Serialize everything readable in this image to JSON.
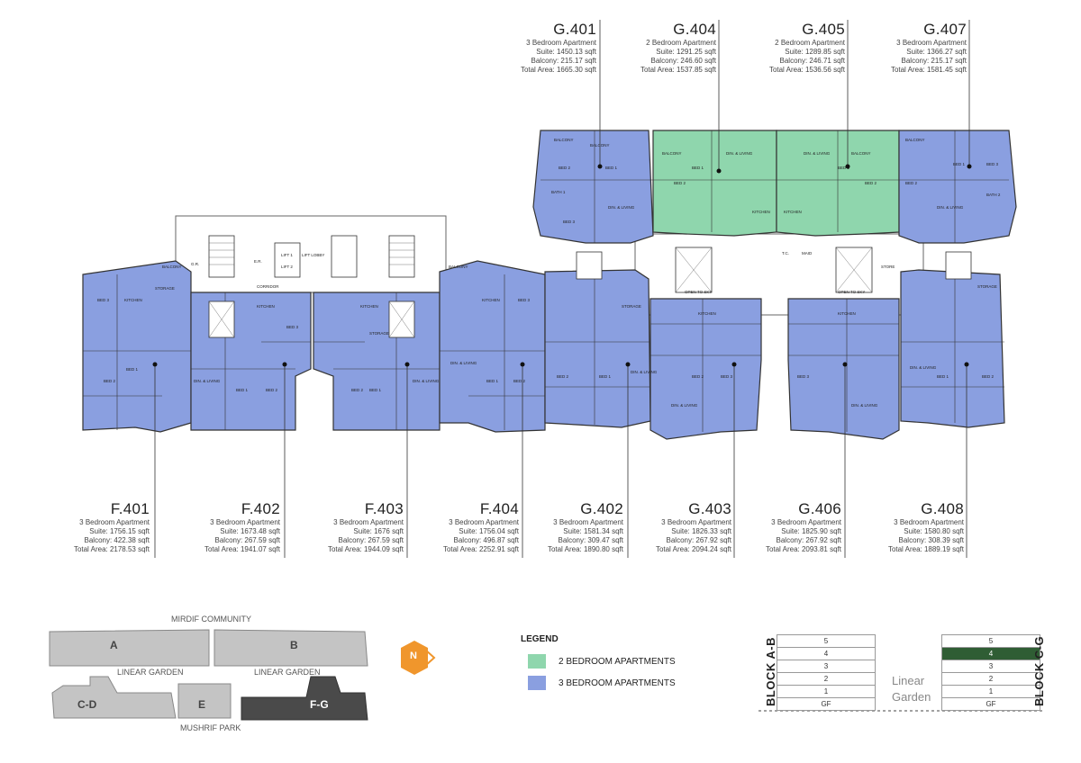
{
  "colors": {
    "two_bed": "#8fd6ad",
    "three_bed": "#8a9fe0",
    "site_block": "#c4c4c4",
    "fg_block": "#4a4a4a",
    "north_badge": "#f0962c",
    "highlight_floor": "#2f5d34"
  },
  "units_top": [
    {
      "code": "G.401",
      "type": "3 Bedroom Apartment",
      "suite": "Suite: 1450.13 sqft",
      "balcony": "Balcony: 215.17 sqft",
      "total": "Total Area: 1665.30 sqft"
    },
    {
      "code": "G.404",
      "type": "2 Bedroom Apartment",
      "suite": "Suite: 1291.25 sqft",
      "balcony": "Balcony: 246.60 sqft",
      "total": "Total Area: 1537.85 sqft"
    },
    {
      "code": "G.405",
      "type": "2 Bedroom Apartment",
      "suite": "Suite: 1289.85 sqft",
      "balcony": "Balcony: 246.71 sqft",
      "total": "Total Area: 1536.56 sqft"
    },
    {
      "code": "G.407",
      "type": "3 Bedroom Apartment",
      "suite": "Suite: 1366.27 sqft",
      "balcony": "Balcony: 215.17 sqft",
      "total": "Total Area: 1581.45 sqft"
    }
  ],
  "units_bottom": [
    {
      "code": "F.401",
      "type": "3 Bedroom Apartment",
      "suite": "Suite: 1756.15 sqft",
      "balcony": "Balcony: 422.38 sqft",
      "total": "Total Area: 2178.53 sqft"
    },
    {
      "code": "F.402",
      "type": "3 Bedroom Apartment",
      "suite": "Suite: 1673.48 sqft",
      "balcony": "Balcony: 267.59 sqft",
      "total": "Total Area: 1941.07 sqft"
    },
    {
      "code": "F.403",
      "type": "3 Bedroom Apartment",
      "suite": "Suite: 1676 sqft",
      "balcony": "Balcony: 267.59 sqft",
      "total": "Total Area: 1944.09 sqft"
    },
    {
      "code": "F.404",
      "type": "3 Bedroom Apartment",
      "suite": "Suite: 1756.04 sqft",
      "balcony": "Balcony: 496.87 sqft",
      "total": "Total Area: 2252.91 sqft"
    },
    {
      "code": "G.402",
      "type": "3 Bedroom Apartment",
      "suite": "Suite: 1581.34 sqft",
      "balcony": "Balcony: 309.47 sqft",
      "total": "Total Area: 1890.80 sqft"
    },
    {
      "code": "G.403",
      "type": "3 Bedroom Apartment",
      "suite": "Suite: 1826.33 sqft",
      "balcony": "Balcony: 267.92 sqft",
      "total": "Total Area: 2094.24 sqft"
    },
    {
      "code": "G.406",
      "type": "3 Bedroom Apartment",
      "suite": "Suite: 1825.90 sqft",
      "balcony": "Balcony: 267.92 sqft",
      "total": "Total Area: 2093.81 sqft"
    },
    {
      "code": "G.408",
      "type": "3 Bedroom Apartment",
      "suite": "Suite: 1580.80 sqft",
      "balcony": "Balcony: 308.39 sqft",
      "total": "Total Area: 1889.19 sqft"
    }
  ],
  "plan_labels": [
    "BALCONY",
    "BED 1",
    "BED 2",
    "BED 3",
    "KITCHEN",
    "DIN. & LIVING",
    "STORAGE",
    "BATH 1",
    "BATH 2",
    "CORRIDOR",
    "LIFT LOBBY",
    "LIFT 1",
    "LIFT 2",
    "E.R.",
    "G.R.",
    "OPEN TO SKY",
    "STORE",
    "T.C.",
    "MAID"
  ],
  "site": {
    "top_label": "MIRDIF COMMUNITY",
    "garden1": "LINEAR GARDEN",
    "garden2": "LINEAR GARDEN",
    "bottom_label": "MUSHRIF PARK",
    "blocks": [
      "A",
      "B",
      "C-D",
      "E",
      "F-G"
    ],
    "north": "N"
  },
  "legend": {
    "title": "LEGEND",
    "two_bed": "2 BEDROOM APARTMENTS",
    "three_bed": "3 BEDROOM APARTMENTS"
  },
  "floors": {
    "levels": [
      "5",
      "4",
      "3",
      "2",
      "1",
      "GF"
    ],
    "selected": "4",
    "block_ab": "BLOCK A-B",
    "block_cg": "BLOCK C-G",
    "linear": "Linear",
    "garden": "Garden"
  }
}
